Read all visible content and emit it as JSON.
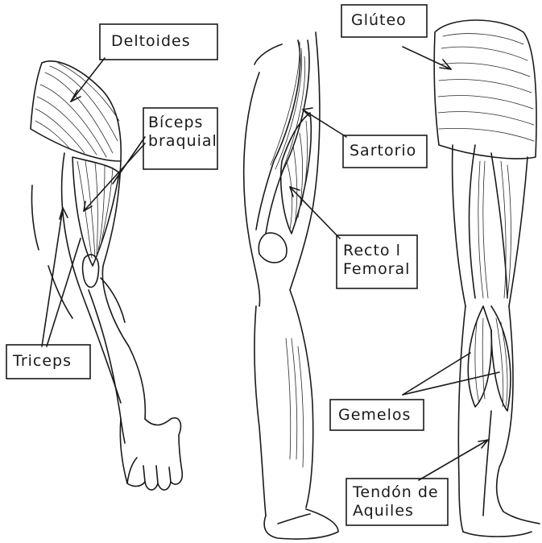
{
  "labels": {
    "deltoides": "Deltoides",
    "biceps_line1": "Bíceps",
    "biceps_line2": "braquial",
    "triceps": "Triceps",
    "gluteo": "Glúteo",
    "sartorio": "Sartorio",
    "recto_line1": "Recto l",
    "recto_line2": "Femoral",
    "gemelos": "Gemelos",
    "tendon_line1": "Tendón de",
    "tendon_line2": "Aquiles"
  },
  "colors": {
    "ink": "#1a1a1a",
    "paper": "#ffffff"
  }
}
